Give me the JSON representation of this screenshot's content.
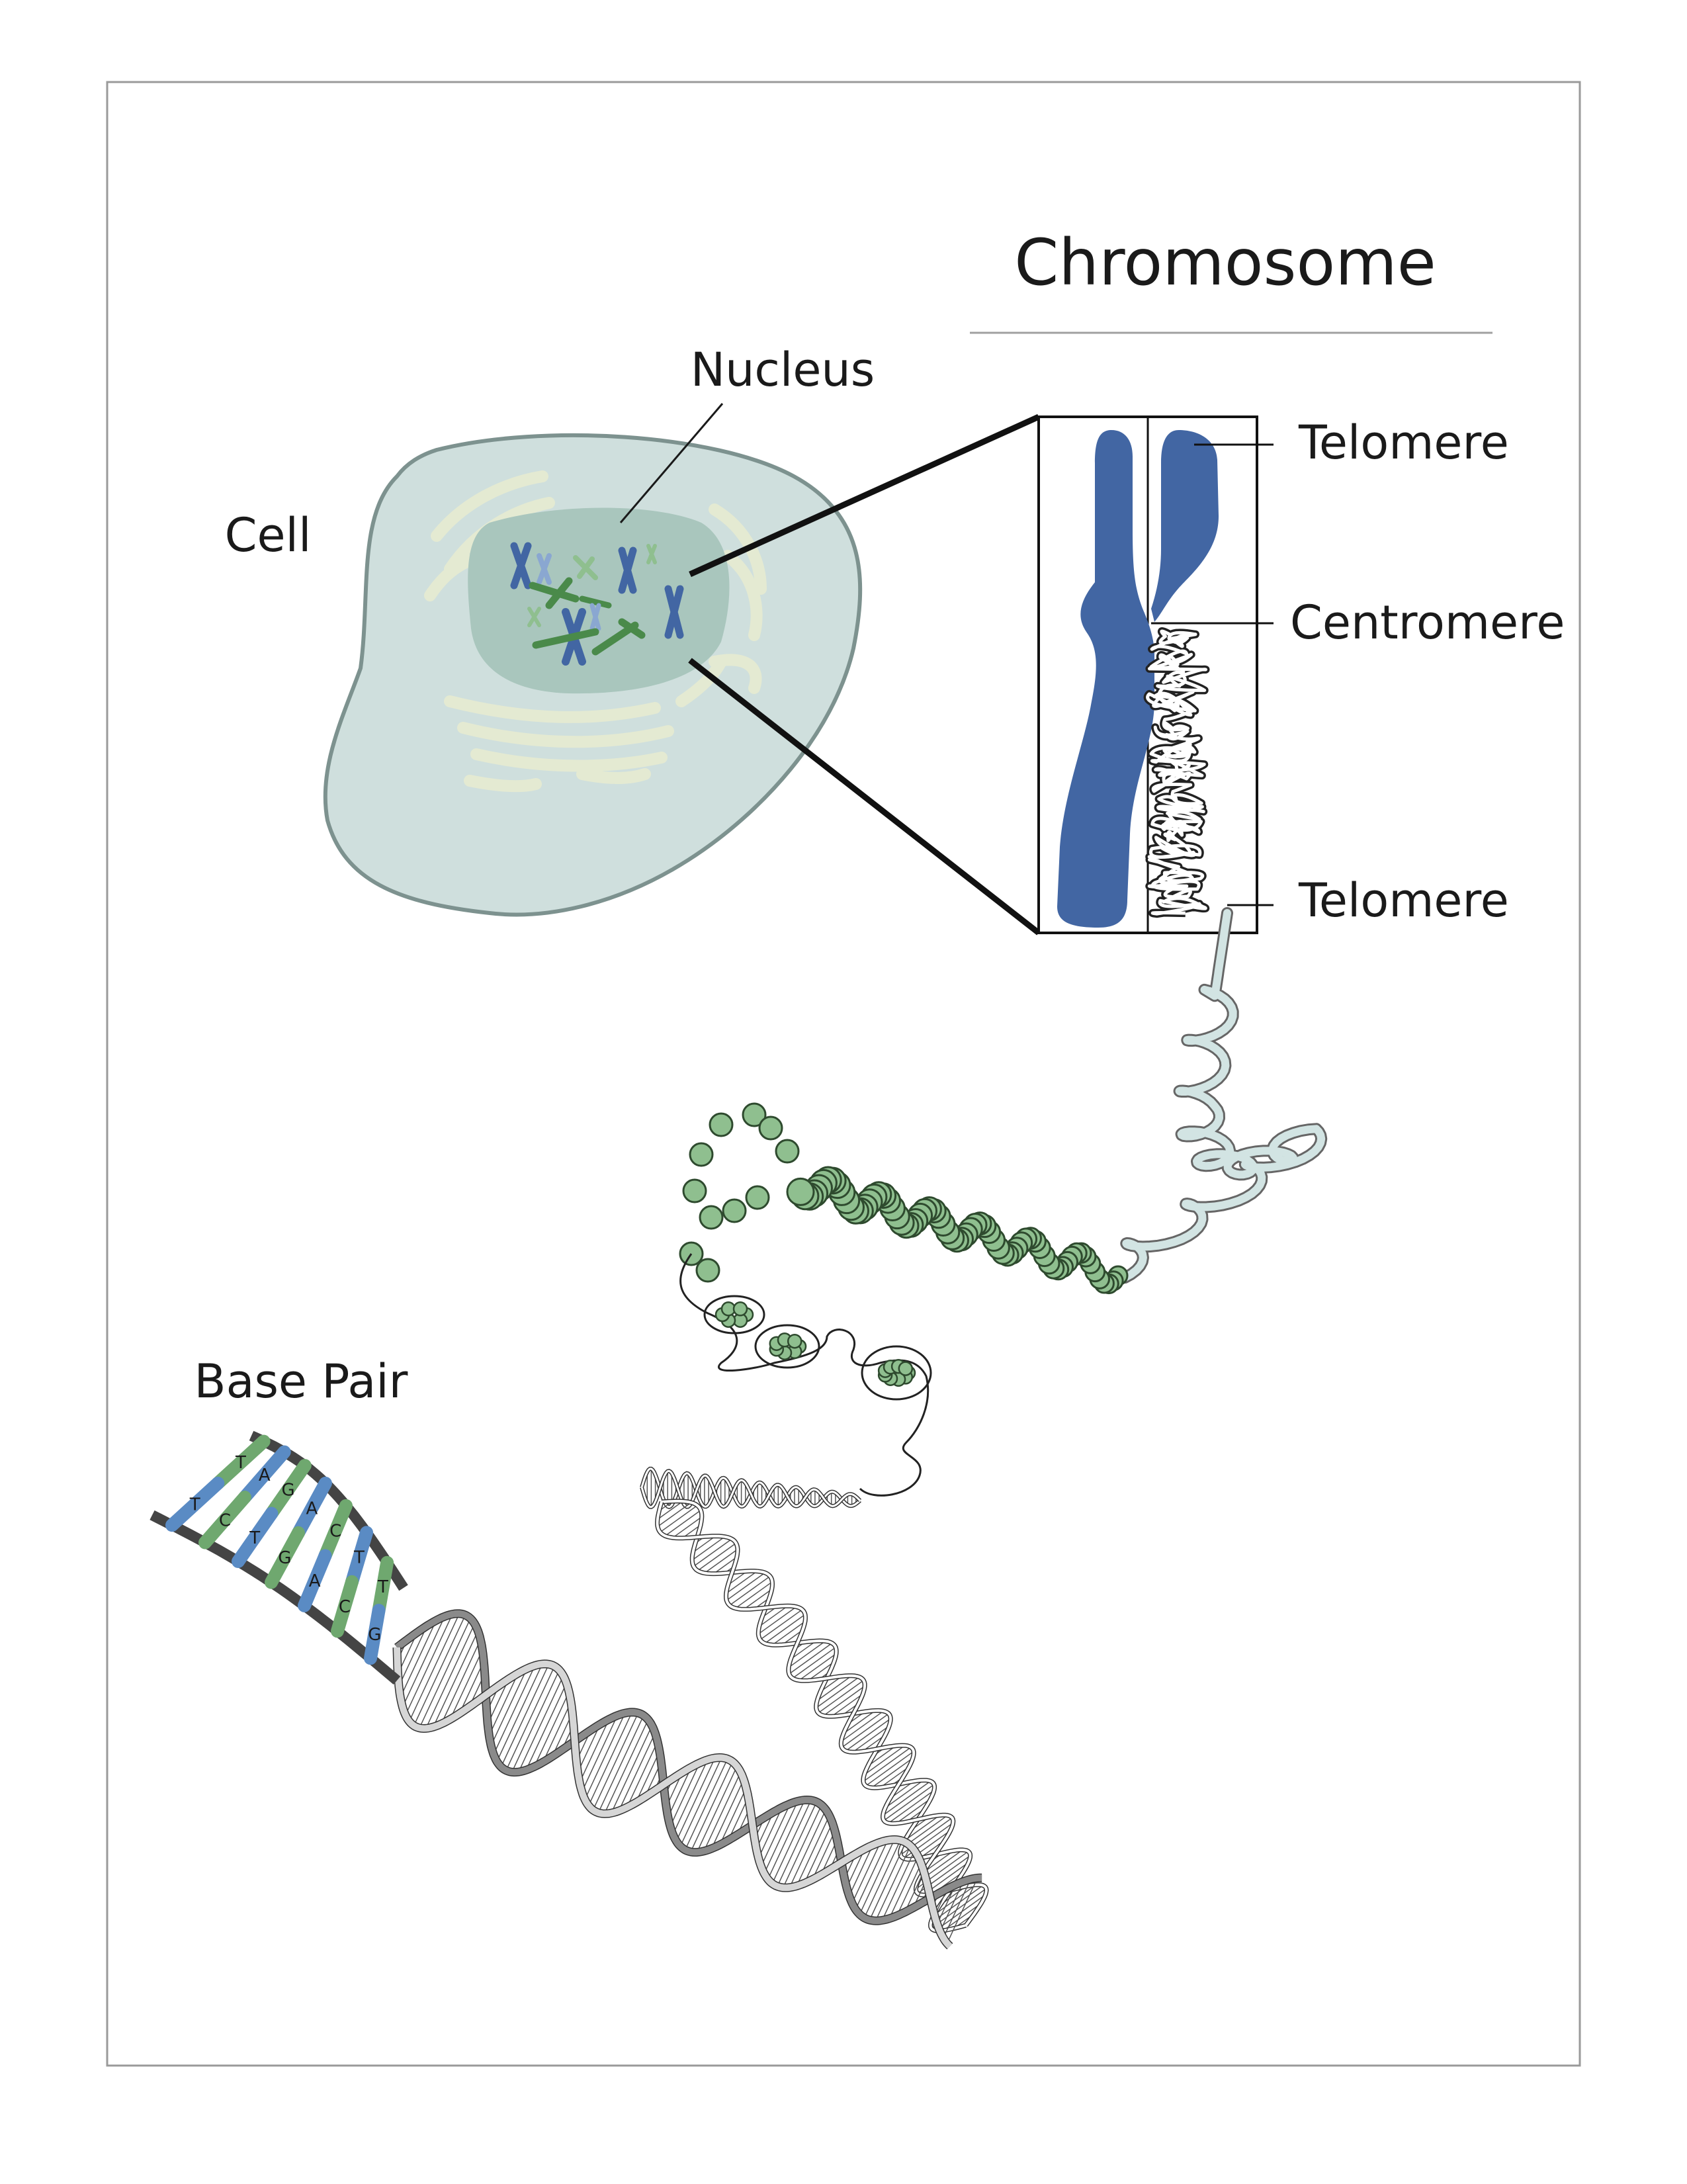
{
  "title": "Chromosome",
  "labels": {
    "nucleus": "Nucleus",
    "cell": "Cell",
    "telomere_top": "Telomere",
    "centromere": "Centromere",
    "telomere_bottom": "Telomere",
    "base_pair": "Base Pair"
  },
  "base_letters": {
    "top": [
      "T",
      "A",
      "G",
      "A",
      "C",
      "T",
      "T"
    ],
    "bottom": [
      "T",
      "C",
      "T",
      "G",
      "A",
      "C",
      "G"
    ]
  },
  "colors": {
    "chromosome": "#4266a3",
    "cell_fill": "#cfdfdd",
    "nucleus_fill": "#a9c6bd",
    "nucleosome": "#8fbf8f",
    "fiber": "#d2e4e3",
    "base_green": "#6fa86f",
    "base_blue": "#5a8bc4"
  }
}
